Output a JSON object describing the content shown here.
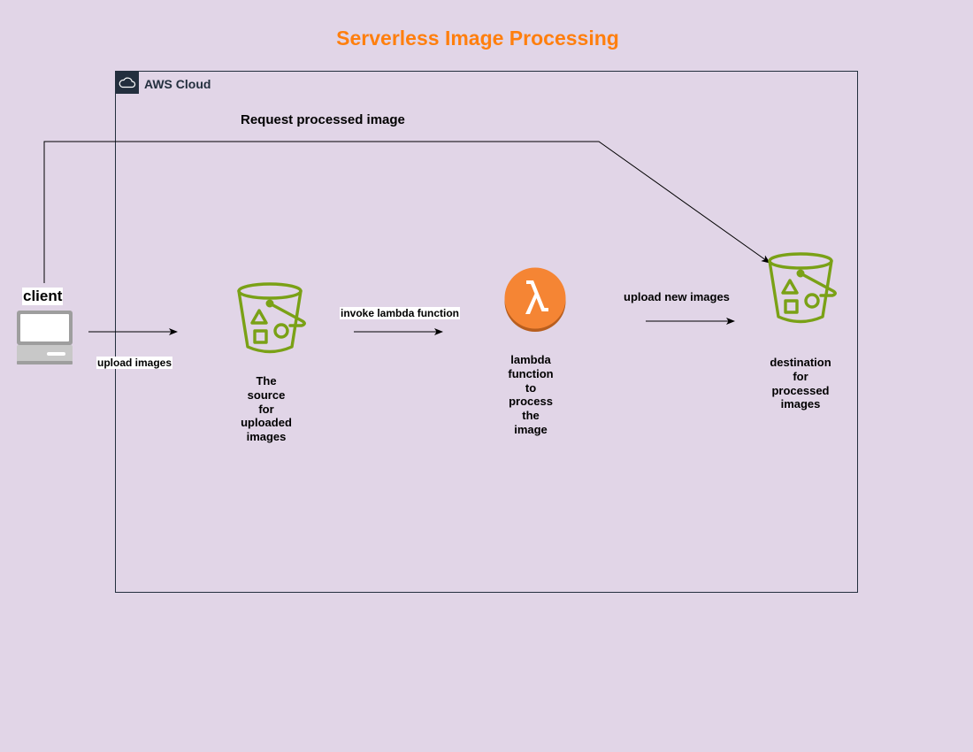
{
  "title": "Serverless Image Processing",
  "group": {
    "label": "AWS Cloud",
    "icon": "cloud-icon"
  },
  "nodes": {
    "client": {
      "label": "client",
      "icon": "desktop-computer-icon"
    },
    "source_bucket": {
      "label": "The source for uploaded images",
      "lines": [
        "The",
        "source",
        "for",
        "uploaded",
        "images"
      ],
      "icon": "s3-bucket-icon"
    },
    "lambda": {
      "label": "lambda function to process the image",
      "lines": [
        "lambda",
        "function",
        "to",
        "process",
        "the",
        "image"
      ],
      "icon": "lambda-icon"
    },
    "destination_bucket": {
      "label": "destination for processed images",
      "lines": [
        "destination",
        "for",
        "processed",
        "images"
      ],
      "icon": "s3-bucket-icon"
    }
  },
  "edges": {
    "upload_images": "upload images",
    "invoke_lambda": "invoke lambda function",
    "upload_new_images": "upload new images",
    "request_processed": "Request processed image"
  },
  "colors": {
    "background": "#e1d5e7",
    "title": "#ff7f0e",
    "aws_group": "#232f3e",
    "s3": "#7aa116",
    "lambda": "#f58534",
    "lambda_shadow": "#b85e1e"
  }
}
